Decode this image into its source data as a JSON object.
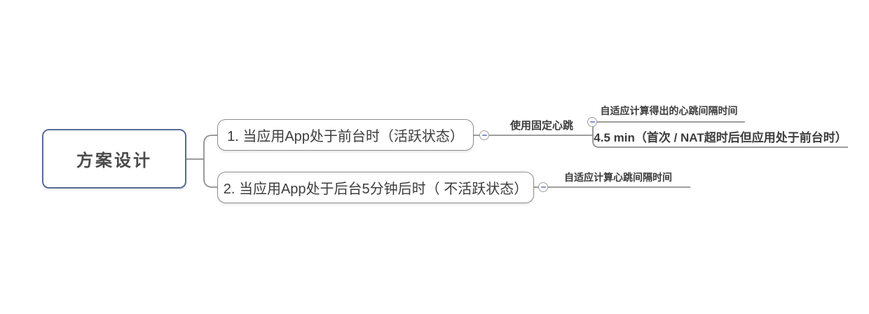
{
  "diagram": {
    "type": "mindmap",
    "root": {
      "label": "方案设计"
    },
    "branches": [
      {
        "label": "1. 当应用App处于前台时（活跃状态）",
        "collapse_icon": "minus-circle",
        "child": {
          "label": "使用固定心跳",
          "collapse_icon": "minus-circle",
          "children": [
            {
              "label": "自适应计算得出的心跳间隔时间"
            },
            {
              "label": "4.5 min（首次 / NAT超时后但应用处于前台时）"
            }
          ]
        }
      },
      {
        "label": "2. 当应用App处于后台5分钟后时（ 不活跃状态）",
        "collapse_icon": "minus-circle",
        "child": {
          "label": "自适应计算心跳间隔时间"
        }
      }
    ],
    "colors": {
      "background": "#ffffff",
      "root_border": "#5a6d99",
      "topic_border": "#8e8e8e",
      "connector": "#919191",
      "text": "#3c3c3c",
      "collapse_circle": "#a0a0a0",
      "collapse_minus": "#7e92c6"
    }
  }
}
